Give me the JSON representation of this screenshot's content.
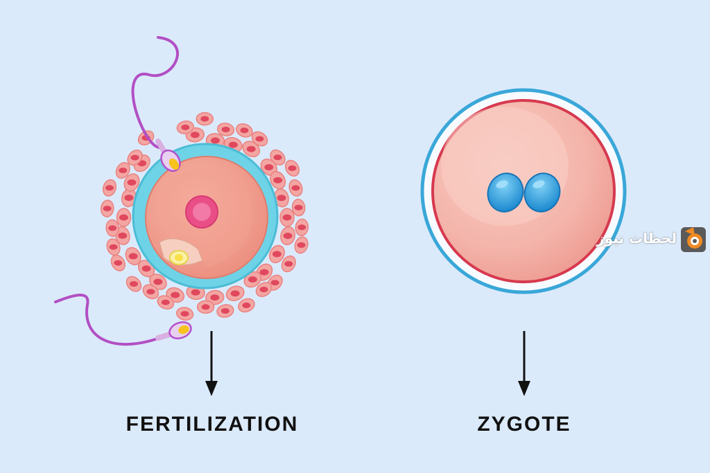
{
  "labels": {
    "fertilization": "FERTILIZATION",
    "zygote": "ZYGOTE"
  },
  "watermark": {
    "text": "لحظات نيوز",
    "logo": "camera-logo-icon"
  },
  "colors": {
    "background": "#dbeafb",
    "follicle_cell_fill": "#f3a6a3",
    "follicle_cell_nucleus": "#e0485e",
    "zona_pellucida": "#6ed3e6",
    "zygote_membrane_blue": "#3aa7d8",
    "zygote_membrane_red": "#d7394f",
    "cytoplasm": "#f5b3a8",
    "pronucleus": "#2a9bdc",
    "sperm_tail": "#b24fc4",
    "arrow": "#111111"
  }
}
